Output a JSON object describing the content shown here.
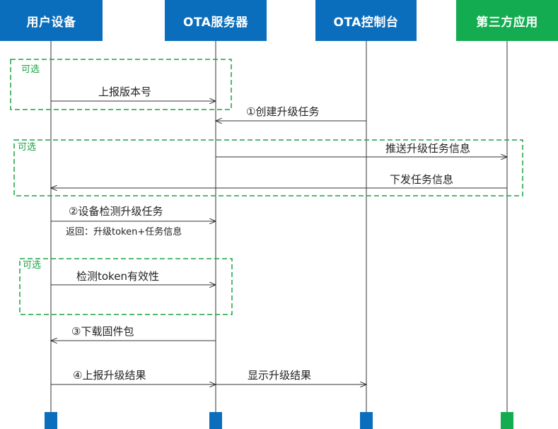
{
  "colors": {
    "participant_blue": "#0a6ebd",
    "participant_green": "#14ac50",
    "optional_frame": "#1aa344",
    "line": "#333333"
  },
  "participants": [
    {
      "label": "用户设备"
    },
    {
      "label": "OTA服务器"
    },
    {
      "label": "OTA控制台"
    },
    {
      "label": "第三方应用"
    }
  ],
  "optional_label": "可选",
  "messages": [
    {
      "label": "上报版本号"
    },
    {
      "label": "①创建升级任务"
    },
    {
      "label": "推送升级任务信息"
    },
    {
      "label": "下发任务信息"
    },
    {
      "label": "②设备检测升级任务"
    },
    {
      "label": "返回：升级token+任务信息"
    },
    {
      "label": "检测token有效性"
    },
    {
      "label": "③下载固件包"
    },
    {
      "label": "④上报升级结果"
    },
    {
      "label": "显示升级结果"
    }
  ]
}
